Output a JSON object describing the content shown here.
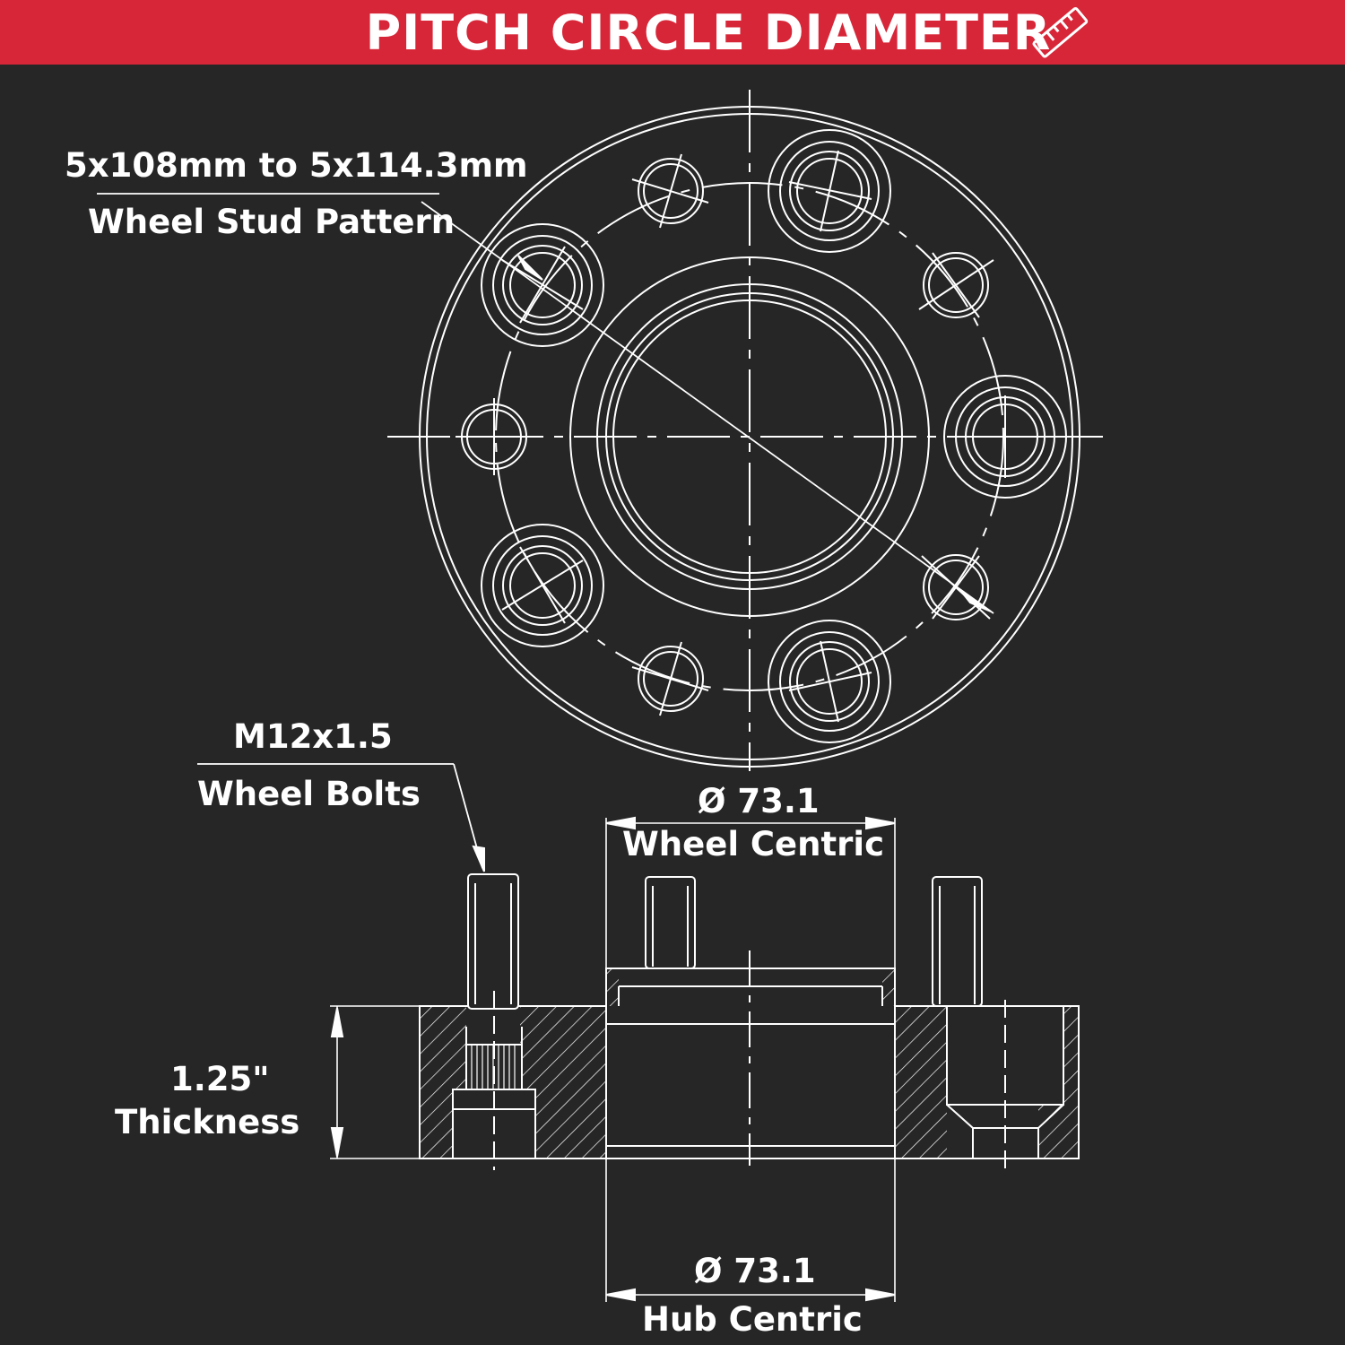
{
  "header": {
    "title": "PITCH CIRCLE DIAMETER",
    "background_color": "#d72638",
    "icon": "ruler-icon"
  },
  "annotations": {
    "stud_pattern_value": "5x108mm to 5x114.3mm",
    "stud_pattern_label": "Wheel Stud Pattern",
    "bolt_value": "M12x1.5",
    "bolt_label": "Wheel Bolts",
    "wheel_centric_value": "Ø 73.1",
    "wheel_centric_label": "Wheel Centric",
    "thickness_value": "1.25\"",
    "thickness_label": "Thickness",
    "hub_centric_value": "Ø  73.1",
    "hub_centric_label": "Hub Centric"
  },
  "colors": {
    "background": "#262626",
    "line": "#ffffff"
  }
}
